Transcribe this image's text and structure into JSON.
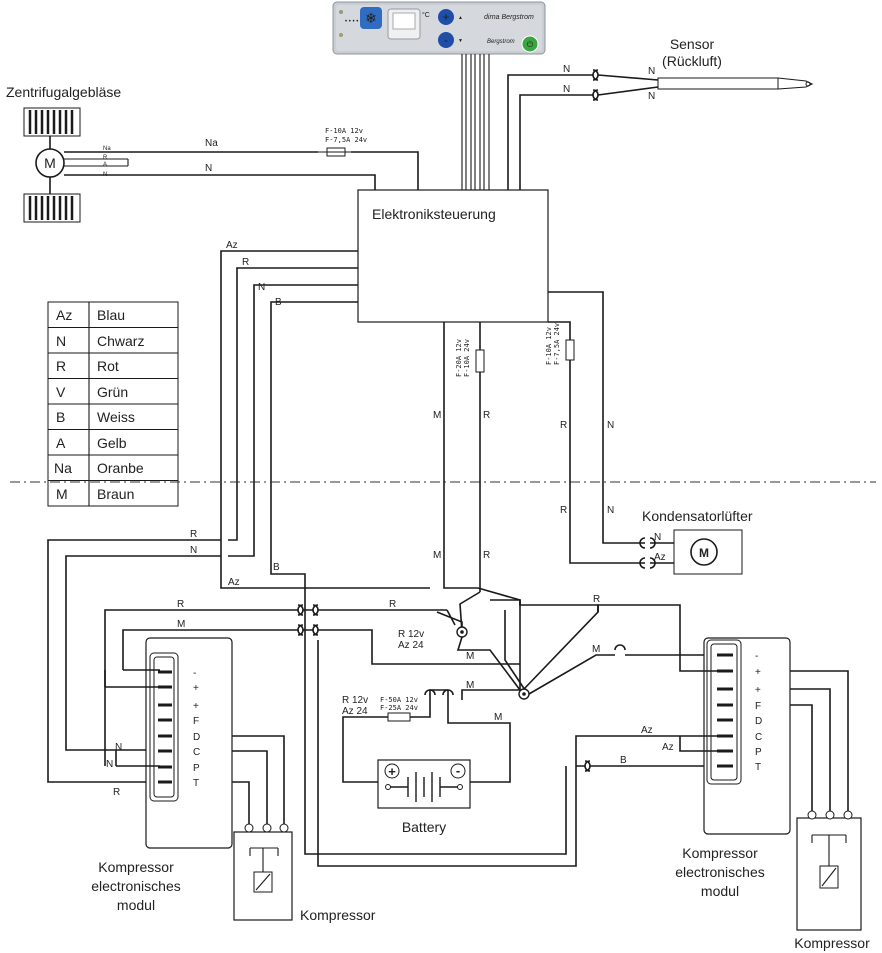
{
  "title": "",
  "control_panel": {
    "brand": "dirna Bergstrom",
    "sub": "Bergstrom",
    "degree": "°C",
    "plus": "+",
    "minus": "-"
  },
  "components": {
    "blower": "Zentrifugalgebläse",
    "blower_motor": "M",
    "sensor_line1": "Sensor",
    "sensor_line2": "(Rückluft)",
    "controller": "Elektroniksteuerung",
    "condenser_fan": "Kondensatorlüfter",
    "condenser_motor": "M",
    "battery": "Battery",
    "compressor_left": "Kompressor",
    "compressor_right": "Kompressor",
    "module_left": [
      "Kompressor",
      "electronisches",
      "modul"
    ],
    "module_right": [
      "Kompressor",
      "electronisches",
      "modul"
    ]
  },
  "legend": [
    {
      "code": "Az",
      "color": "Blau"
    },
    {
      "code": "N",
      "color": "Chwarz"
    },
    {
      "code": "R",
      "color": "Rot"
    },
    {
      "code": "V",
      "color": "Grün"
    },
    {
      "code": "B",
      "color": "Weiss"
    },
    {
      "code": "A",
      "color": "Gelb"
    },
    {
      "code": "Na",
      "color": "Oranbe"
    },
    {
      "code": "M",
      "color": "Braun"
    }
  ],
  "fuses": {
    "blower": [
      "F-10A  12v",
      "F-7,5A  24v"
    ],
    "controller_m": [
      "F-20A  12v",
      "F-10A  24v"
    ],
    "controller_r": [
      "F-10A  12v",
      "F-7,5A  24v"
    ],
    "battery": [
      "F-50A  12v",
      "F-25A  24v"
    ]
  },
  "relay_labels": {
    "relay1": [
      "R 12v",
      "Az 24"
    ],
    "battery": [
      "R 12v",
      "Az 24"
    ]
  },
  "battery_terminals": {
    "plus": "+",
    "minus": "-"
  },
  "terminals": [
    "-",
    "+",
    "+",
    "F",
    "D",
    "C",
    "P",
    "T"
  ],
  "wire_labels": {
    "Na": "Na",
    "R": "R",
    "A": "A",
    "N": "N",
    "Az": "Az",
    "B": "B",
    "M": "M"
  }
}
